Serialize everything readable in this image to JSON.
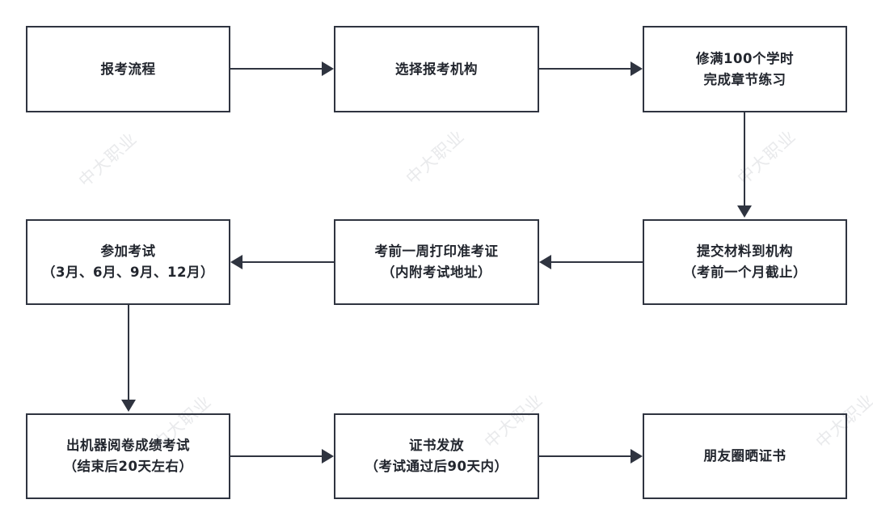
{
  "diagram": {
    "title": "报考流程",
    "type": "flowchart",
    "orientation": "boustrophedon-three-rows",
    "colors": {
      "box_border": "#2f3440",
      "text": "#22262e",
      "background": "#ffffff",
      "connector": "#2f3440",
      "watermark": "#e9eaec"
    },
    "watermark": {
      "text": "中大职业",
      "repeat_count": 9,
      "rotation_deg": -42
    },
    "nodes": [
      {
        "id": "n1",
        "line1": "报考流程",
        "line2": "",
        "row": 1,
        "col": 1
      },
      {
        "id": "n2",
        "line1": "选择报考机构",
        "line2": "",
        "row": 1,
        "col": 2
      },
      {
        "id": "n3",
        "line1": "修满100个学时",
        "line2": "完成章节练习",
        "row": 1,
        "col": 3
      },
      {
        "id": "n4",
        "line1": "提交材料到机构",
        "line2": "（考前一个月截止）",
        "row": 2,
        "col": 3
      },
      {
        "id": "n5",
        "line1": "考前一周打印准考证",
        "line2": "（内附考试地址）",
        "row": 2,
        "col": 2
      },
      {
        "id": "n6",
        "line1": "参加考试",
        "line2": "（3月、6月、9月、12月）",
        "row": 2,
        "col": 1
      },
      {
        "id": "n7",
        "line1": "出机器阅卷成绩考试",
        "line2": "（结束后20天左右）",
        "row": 3,
        "col": 1
      },
      {
        "id": "n8",
        "line1": "证书发放",
        "line2": "（考试通过后90天内）",
        "row": 3,
        "col": 2
      },
      {
        "id": "n9",
        "line1": "朋友圈晒证书",
        "line2": "",
        "row": 3,
        "col": 3
      }
    ],
    "edges": [
      {
        "id": "e1",
        "from": "n1",
        "to": "n2",
        "direction": "right"
      },
      {
        "id": "e2",
        "from": "n2",
        "to": "n3",
        "direction": "right"
      },
      {
        "id": "e3",
        "from": "n3",
        "to": "n4",
        "direction": "down"
      },
      {
        "id": "e4",
        "from": "n4",
        "to": "n5",
        "direction": "left"
      },
      {
        "id": "e5",
        "from": "n5",
        "to": "n6",
        "direction": "left"
      },
      {
        "id": "e6",
        "from": "n6",
        "to": "n7",
        "direction": "down"
      },
      {
        "id": "e7",
        "from": "n7",
        "to": "n8",
        "direction": "right"
      },
      {
        "id": "e8",
        "from": "n8",
        "to": "n9",
        "direction": "right"
      }
    ]
  }
}
